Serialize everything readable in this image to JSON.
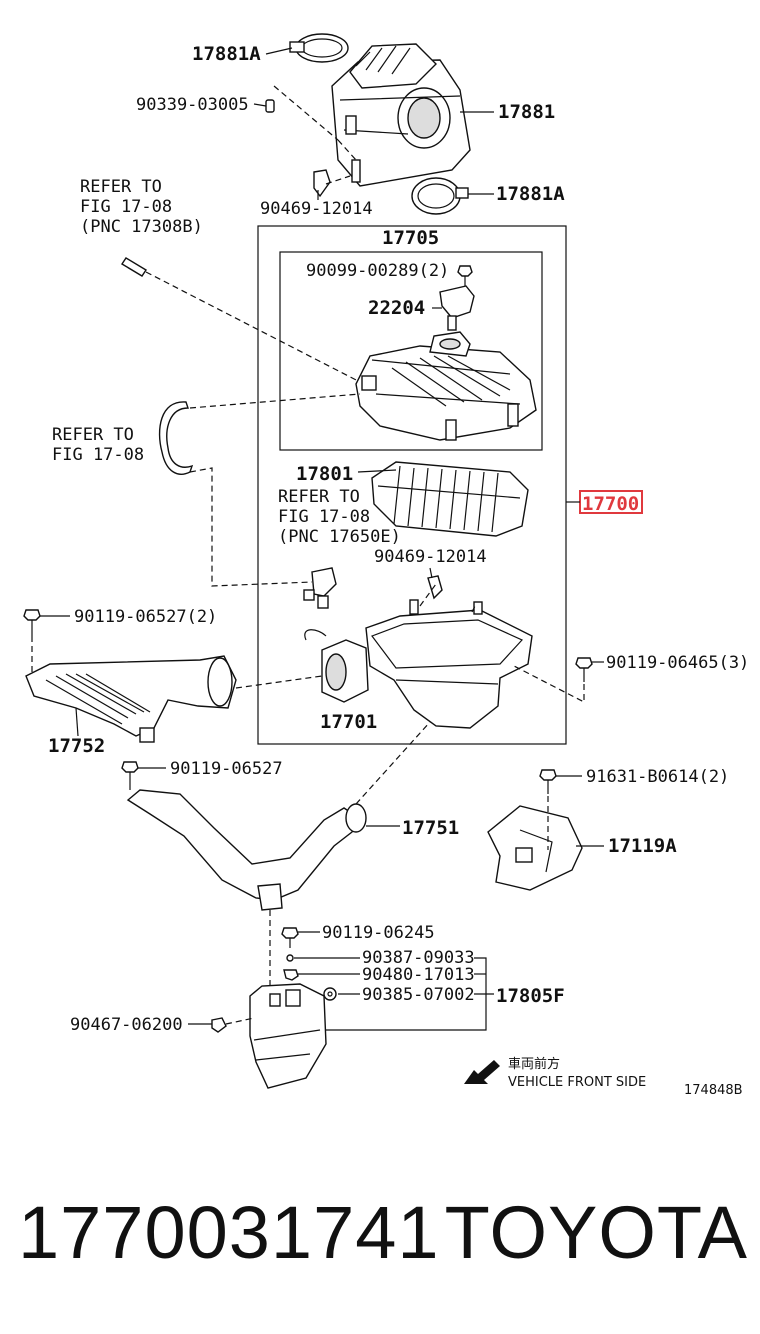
{
  "labels": {
    "p17881A_top": "17881A",
    "p90339": "90339-03005",
    "p17881": "17881",
    "p90469_top": "90469-12014",
    "p17881A_bot": "17881A",
    "refer1_line1": "REFER TO",
    "refer1_line2": "FIG 17-08",
    "refer1_line3": "(PNC 17308B)",
    "p17705": "17705",
    "p90099": "90099-00289(2)",
    "p22204": "22204",
    "refer2_line1": "REFER TO",
    "refer2_line2": "FIG 17-08",
    "p17801": "17801",
    "p17700": "17700",
    "refer3_line1": "REFER TO",
    "refer3_line2": "FIG 17-08",
    "refer3_line3": "(PNC 17650E)",
    "p90469_mid": "90469-12014",
    "p90119_06527_2": "90119-06527(2)",
    "p90119_06465": "90119-06465(3)",
    "p17752": "17752",
    "p17701": "17701",
    "p90119_06527": "90119-06527",
    "p91631": "91631-B0614(2)",
    "p17751": "17751",
    "p17119A": "17119A",
    "p90119_06245": "90119-06245",
    "p90387": "90387-09033",
    "p90480": "90480-17013",
    "p90385": "90385-07002",
    "p17805F": "17805F",
    "p90467": "90467-06200",
    "front_jp": "車両前方",
    "front_en": "VEHICLE FRONT SIDE",
    "fig_code": "174848B"
  },
  "footer": {
    "part_number": "1770031741",
    "brand": "TOYOTA"
  },
  "colors": {
    "highlight": "#e0393e"
  }
}
